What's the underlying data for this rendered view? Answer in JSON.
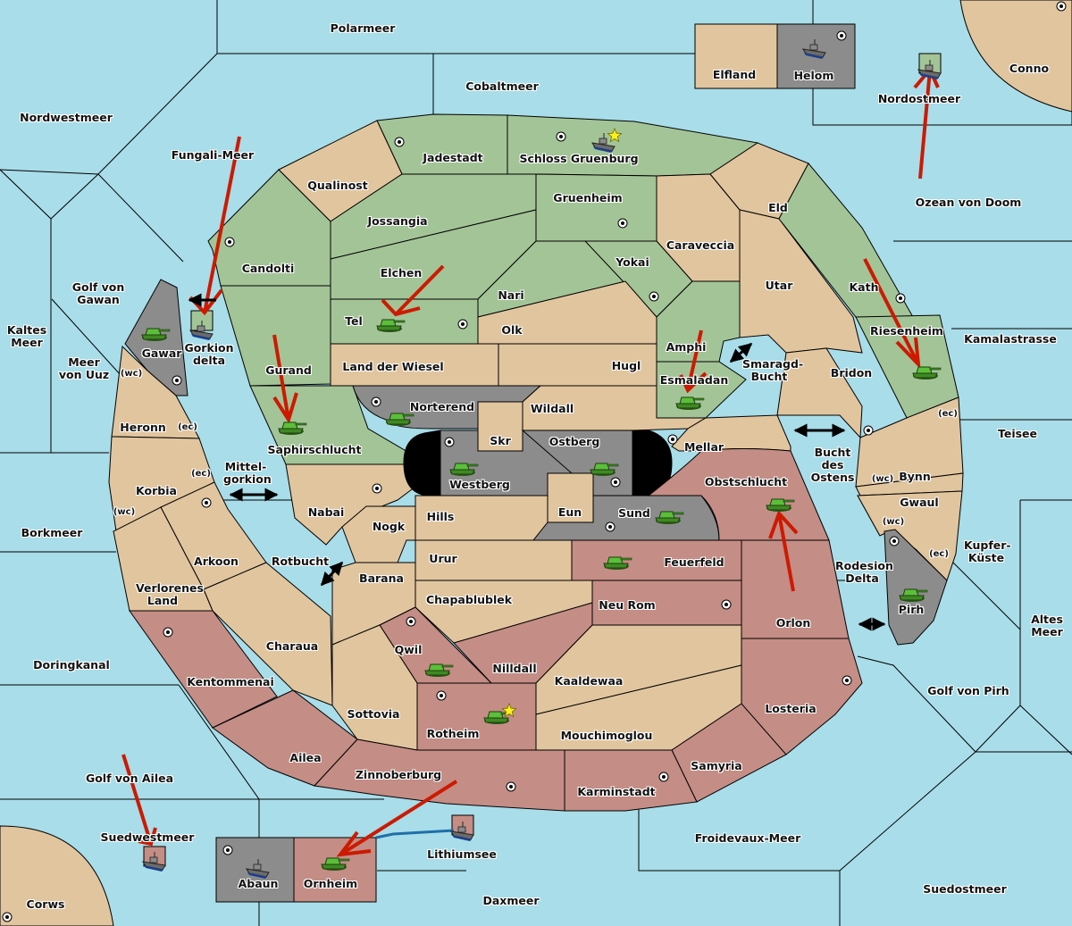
{
  "game": "Diplomacy-style map",
  "colors": {
    "sea": "#a8dde9",
    "neutral": "#e1c59e",
    "green_power": "#a3c497",
    "gray_power": "#8c8c8c",
    "red_power": "#c48d85",
    "order_arrow": "#cc1a00",
    "convoy_line": "#1f6fa8"
  },
  "seas": [
    {
      "id": "polarmeer",
      "name": "Polarmeer"
    },
    {
      "id": "cobaltmeer",
      "name": "Cobaltmeer"
    },
    {
      "id": "nordwestmeer",
      "name": "Nordwestmeer"
    },
    {
      "id": "fungali",
      "name": "Fungali-Meer"
    },
    {
      "id": "nordostmeer",
      "name": "Nordostmeer"
    },
    {
      "id": "ozean",
      "name": "Ozean von Doom"
    },
    {
      "id": "golf-gawan",
      "name": "Golf von Gawan"
    },
    {
      "id": "kaltes",
      "name": "Kaltes Meer"
    },
    {
      "id": "uuz",
      "name": "Meer von Uuz"
    },
    {
      "id": "gorkion-delta",
      "name": "Gorkion delta"
    },
    {
      "id": "mittelgorkion",
      "name": "Mittel-gorkion"
    },
    {
      "id": "borkmeer",
      "name": "Borkmeer"
    },
    {
      "id": "rotbucht",
      "name": "Rotbucht"
    },
    {
      "id": "doringkanal",
      "name": "Doringkanal"
    },
    {
      "id": "golf-ailea",
      "name": "Golf von Ailea"
    },
    {
      "id": "suedwestmeer",
      "name": "Suedwestmeer"
    },
    {
      "id": "lithiumsee",
      "name": "Lithiumsee"
    },
    {
      "id": "daxmeer",
      "name": "Daxmeer"
    },
    {
      "id": "froidevaux",
      "name": "Froidevaux-Meer"
    },
    {
      "id": "suedostmeer",
      "name": "Suedostmeer"
    },
    {
      "id": "golf-pirh",
      "name": "Golf von Pirh"
    },
    {
      "id": "altes",
      "name": "Altes Meer"
    },
    {
      "id": "kupfer",
      "name": "Kupfer-Küste"
    },
    {
      "id": "teisee",
      "name": "Teisee"
    },
    {
      "id": "kamala",
      "name": "Kamalastrasse"
    },
    {
      "id": "smaragd",
      "name": "Smaragd-Bucht"
    },
    {
      "id": "bucht-ostens",
      "name": "Bucht des Ostens"
    },
    {
      "id": "rodesion",
      "name": "Rodesion Delta"
    }
  ],
  "territories": [
    {
      "id": "elfland",
      "name": "Elfland",
      "owner": "neutral"
    },
    {
      "id": "helom",
      "name": "Helom",
      "owner": "gray",
      "supply": true,
      "unit": "fleet"
    },
    {
      "id": "conno",
      "name": "Conno",
      "owner": "neutral",
      "supply": true
    },
    {
      "id": "jadestadt",
      "name": "Jadestadt",
      "owner": "green",
      "supply": true
    },
    {
      "id": "schloss",
      "name": "Schloss Gruenburg",
      "owner": "green",
      "supply": true,
      "unit": "fleet",
      "capital": true
    },
    {
      "id": "qualinost",
      "name": "Qualinost",
      "owner": "neutral"
    },
    {
      "id": "candolti",
      "name": "Candolti",
      "owner": "green",
      "supply": true
    },
    {
      "id": "jossangia",
      "name": "Jossangia",
      "owner": "green"
    },
    {
      "id": "gruenheim",
      "name": "Gruenheim",
      "owner": "green",
      "supply": true
    },
    {
      "id": "eld",
      "name": "Eld",
      "owner": "neutral"
    },
    {
      "id": "caraveccia",
      "name": "Caraveccia",
      "owner": "neutral"
    },
    {
      "id": "elchen",
      "name": "Elchen",
      "owner": "green"
    },
    {
      "id": "yokai",
      "name": "Yokai",
      "owner": "green",
      "supply": true
    },
    {
      "id": "utar",
      "name": "Utar",
      "owner": "neutral"
    },
    {
      "id": "kath",
      "name": "Kath",
      "owner": "green",
      "supply": true
    },
    {
      "id": "nari",
      "name": "Nari",
      "owner": "green"
    },
    {
      "id": "tel",
      "name": "Tel",
      "owner": "green",
      "supply": true,
      "unit": "army"
    },
    {
      "id": "olk",
      "name": "Olk",
      "owner": "neutral"
    },
    {
      "id": "amphi",
      "name": "Amphi",
      "owner": "green"
    },
    {
      "id": "riesenheim",
      "name": "Riesenheim",
      "owner": "green",
      "unit": "army"
    },
    {
      "id": "gurand",
      "name": "Gurand",
      "owner": "green"
    },
    {
      "id": "land-wiesel",
      "name": "Land der Wiesel",
      "owner": "neutral"
    },
    {
      "id": "hugl",
      "name": "Hugl",
      "owner": "neutral"
    },
    {
      "id": "esmaladan",
      "name": "Esmaladan",
      "owner": "green",
      "unit": "army"
    },
    {
      "id": "bridon",
      "name": "Bridon",
      "owner": "neutral",
      "supply": true
    },
    {
      "id": "gawar",
      "name": "Gawar",
      "owner": "gray",
      "supply": true,
      "unit": "army"
    },
    {
      "id": "heronn",
      "name": "Heronn",
      "owner": "neutral"
    },
    {
      "id": "norterend",
      "name": "Norterend",
      "owner": "gray",
      "supply": true,
      "unit": "army"
    },
    {
      "id": "wildall",
      "name": "Wildall",
      "owner": "neutral"
    },
    {
      "id": "saphirschlucht",
      "name": "Saphirschlucht",
      "owner": "green",
      "unit": "army"
    },
    {
      "id": "skr",
      "name": "Skr",
      "owner": "neutral"
    },
    {
      "id": "ostberg",
      "name": "Ostberg",
      "owner": "gray",
      "supply": true,
      "unit": "army"
    },
    {
      "id": "westberg",
      "name": "Westberg",
      "owner": "gray",
      "supply": true,
      "unit": "army"
    },
    {
      "id": "mellar",
      "name": "Mellar",
      "owner": "neutral",
      "supply": true
    },
    {
      "id": "bynn",
      "name": "Bynn",
      "owner": "neutral"
    },
    {
      "id": "obstschlucht",
      "name": "Obstschlucht",
      "owner": "red",
      "unit": "army"
    },
    {
      "id": "korbia",
      "name": "Korbia",
      "owner": "neutral",
      "supply": true
    },
    {
      "id": "nabai",
      "name": "Nabai",
      "owner": "neutral",
      "supply": true
    },
    {
      "id": "eun",
      "name": "Eun",
      "owner": "neutral"
    },
    {
      "id": "sund",
      "name": "Sund",
      "owner": "gray",
      "supply": true,
      "unit": "army"
    },
    {
      "id": "gwaul",
      "name": "Gwaul",
      "owner": "neutral"
    },
    {
      "id": "hills",
      "name": "Hills",
      "owner": "neutral"
    },
    {
      "id": "nogk",
      "name": "Nogk",
      "owner": "neutral"
    },
    {
      "id": "arkoon",
      "name": "Arkoon",
      "owner": "neutral"
    },
    {
      "id": "urur",
      "name": "Urur",
      "owner": "neutral"
    },
    {
      "id": "feuerfeld",
      "name": "Feuerfeld",
      "owner": "red",
      "unit": "army"
    },
    {
      "id": "verlorenes",
      "name": "Verlorenes Land",
      "owner": "neutral"
    },
    {
      "id": "barana",
      "name": "Barana",
      "owner": "neutral"
    },
    {
      "id": "pirh",
      "name": "Pirh",
      "owner": "gray",
      "supply": true,
      "unit": "army"
    },
    {
      "id": "chapablublek",
      "name": "Chapablublek",
      "owner": "neutral"
    },
    {
      "id": "neu-rom",
      "name": "Neu Rom",
      "owner": "red",
      "supply": true
    },
    {
      "id": "orlon",
      "name": "Orlon",
      "owner": "red"
    },
    {
      "id": "kentommenai",
      "name": "Kentommenai",
      "owner": "red",
      "supply": true
    },
    {
      "id": "charaua",
      "name": "Charaua",
      "owner": "neutral"
    },
    {
      "id": "qwil",
      "name": "Qwil",
      "owner": "red",
      "supply": true,
      "unit": "army"
    },
    {
      "id": "nilldall",
      "name": "Nilldall",
      "owner": "red"
    },
    {
      "id": "kaaldewaa",
      "name": "Kaaldewaa",
      "owner": "neutral"
    },
    {
      "id": "losteria",
      "name": "Losteria",
      "owner": "red",
      "supply": true
    },
    {
      "id": "sottovia",
      "name": "Sottovia",
      "owner": "neutral"
    },
    {
      "id": "rotheim",
      "name": "Rotheim",
      "owner": "red",
      "supply": true,
      "unit": "army",
      "capital": true
    },
    {
      "id": "mouchimoglou",
      "name": "Mouchimoglou",
      "owner": "neutral"
    },
    {
      "id": "ailea",
      "name": "Ailea",
      "owner": "red"
    },
    {
      "id": "samyria",
      "name": "Samyria",
      "owner": "red"
    },
    {
      "id": "zinnoberburg",
      "name": "Zinnoberburg",
      "owner": "red",
      "supply": true
    },
    {
      "id": "karminstadt",
      "name": "Karminstadt",
      "owner": "red",
      "supply": true
    },
    {
      "id": "abaun",
      "name": "Abaun",
      "owner": "gray",
      "supply": true,
      "unit": "fleet"
    },
    {
      "id": "ornheim",
      "name": "Ornheim",
      "owner": "red",
      "unit": "army"
    },
    {
      "id": "corws",
      "name": "Corws",
      "owner": "neutral",
      "supply": true
    }
  ],
  "coast_tags": {
    "wc": "(wc)",
    "ec": "(ec)"
  },
  "sea_units": [
    {
      "at": "Nordostmeer",
      "type": "fleet",
      "owner": "green"
    },
    {
      "at": "Gorkion delta",
      "type": "fleet",
      "owner": "green"
    },
    {
      "at": "Suedwestmeer",
      "type": "fleet",
      "owner": "red"
    },
    {
      "at": "Lithiumsee",
      "type": "fleet",
      "owner": "red"
    }
  ]
}
